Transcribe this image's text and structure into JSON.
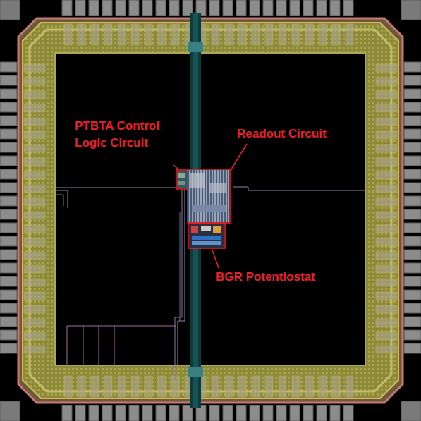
{
  "diagram": {
    "labels": [
      "PTBTA Control Logic Circuit",
      "Readout Circuit",
      "BGR Potentiostat"
    ]
  }
}
